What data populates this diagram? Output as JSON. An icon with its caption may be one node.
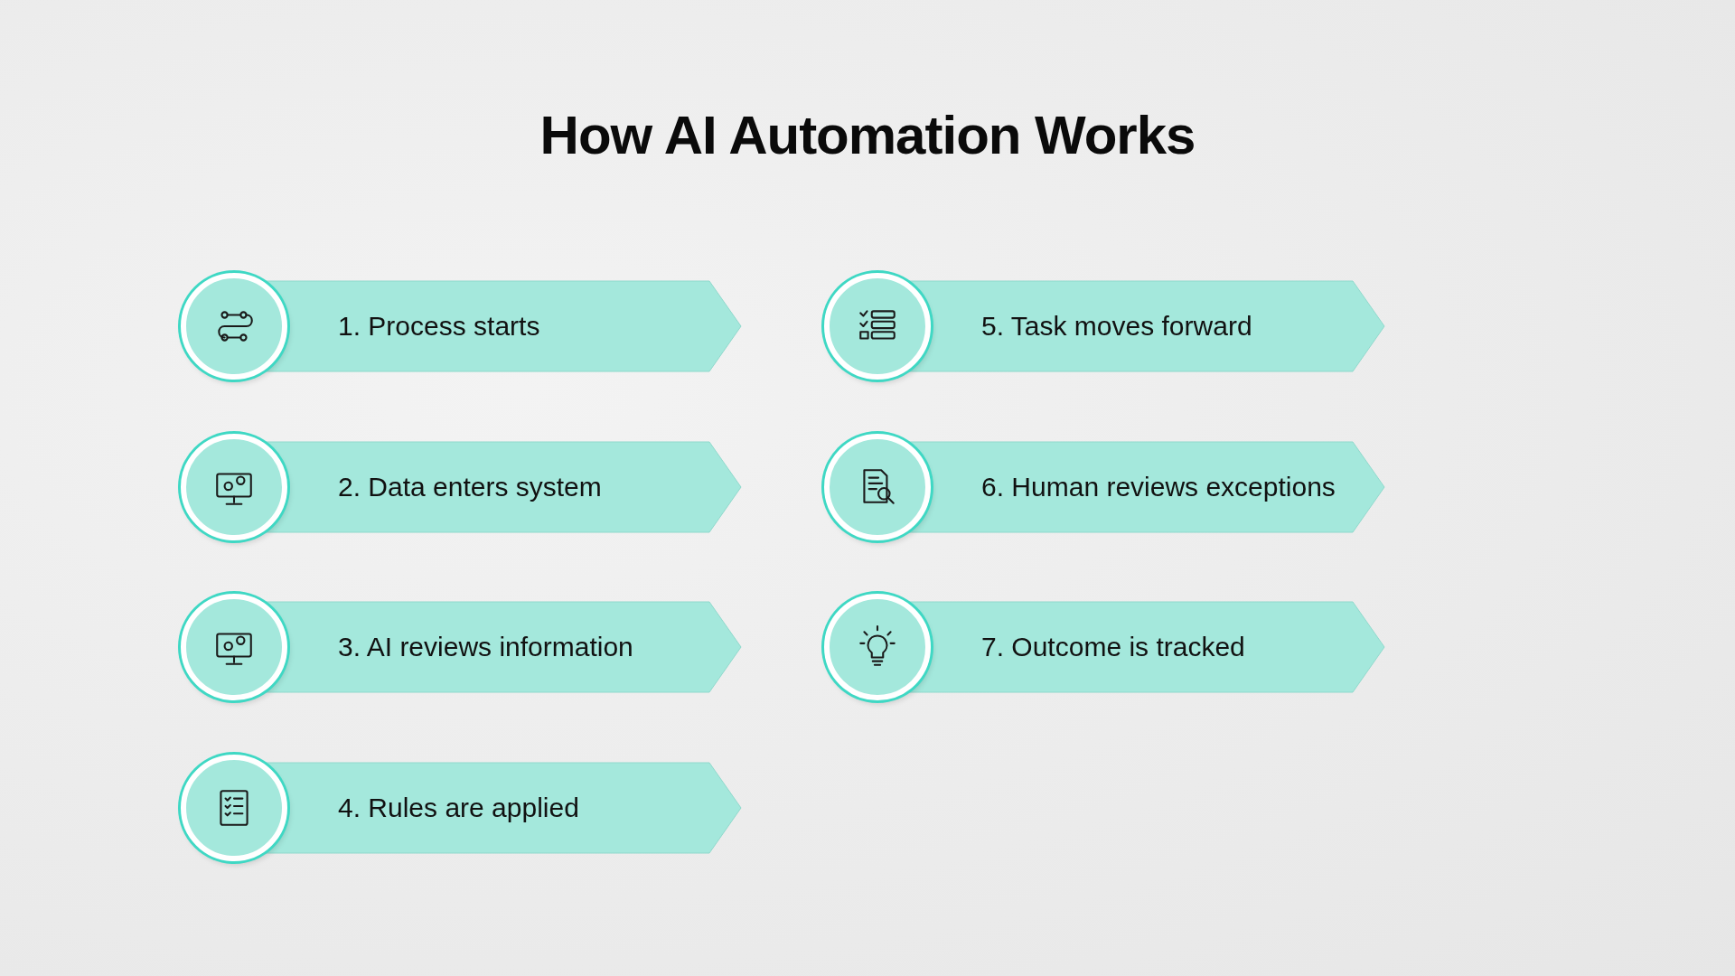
{
  "diagram": {
    "title": "How AI Automation Works",
    "nodes": [
      {
        "text": [
          "1. Process starts"
        ]
      },
      {
        "text": [
          "2. Data enters system"
        ]
      },
      {
        "text": [
          "3. AI reviews information"
        ]
      },
      {
        "text": [
          "4. Rules are applied"
        ]
      },
      {
        "text": [
          "5. Task moves forward"
        ]
      },
      {
        "text": [
          "6. Human reviews exceptions"
        ]
      },
      {
        "text": [
          "7. Outcome is tracked"
        ]
      }
    ]
  }
}
